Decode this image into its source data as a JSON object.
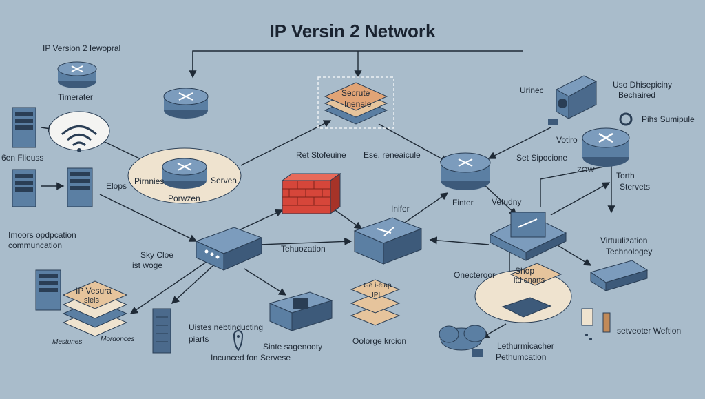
{
  "title": "IP Versin 2 Network",
  "labels": {
    "top_left": "IP Version 2 Iewopral",
    "timerater": "Timerater",
    "gen_fileuss": "6en Flieuss",
    "secrute": "Secrute",
    "inenale": "Inenale",
    "pirnnies": "Pirnnies",
    "servea": "Servea",
    "porwzen": "Porwzen",
    "elops": "Elops",
    "ret_stofeuine": "Ret Stofeuine",
    "ese_reneaicule": "Ese. reneaicule",
    "urinec": "Urinec",
    "uso_dhisepiciny": "Uso Dhisepiciny",
    "bechaired": "Bechaired",
    "pihs_sumipule": "Pihs Sumipule",
    "votiro": "Votiro",
    "set_sipocione": "Set Sipocione",
    "zow": "ZOW",
    "torth": "Torth",
    "stervets": "Stervets",
    "inifer": "Inifer",
    "finter": "Finter",
    "vetudny": "Vetudny",
    "imoors": "Imoors opdpcation",
    "communcation": "communcation",
    "sky_cloe": "Sky Cloe",
    "ist_woge": "ist woge",
    "tehuozation": "Tehuozation",
    "virtualization": "Virtuulization",
    "technology": "Technologey",
    "onecteroor": "Onecteroor",
    "shop": "Shop",
    "ltd_enarts": "ltd enarts",
    "ip_vesura": "IP Vesura",
    "sieis": "sieis",
    "mestunes": "Mestunes",
    "mordonces": "Mordonces",
    "uistes": "Uistes nebtinducting",
    "piarts": "piarts",
    "sinte": "Sinte sagenooty",
    "incunced": "Incunced fon Servese",
    "gelap": "Ge i-elap",
    "ipx": "IPI",
    "ooorge": "Oolorge krcion",
    "lethurm": "Lethurmicacher",
    "pethumcation": "Pethumcation",
    "setveoter": "setveoter Weftion"
  },
  "colors": {
    "background": "#a9bccb",
    "device_blue": "#5b7fa3",
    "device_dark": "#3d5a7a",
    "tan": "#e6c49c",
    "orange_layer": "#e1a476",
    "firewall_red": "#d6463a",
    "pale": "#efe3cf",
    "line": "#1f2a36"
  },
  "icons": [
    "router-icon",
    "server-icon",
    "wifi-icon",
    "firewall-icon",
    "switch-icon",
    "cloud-icon",
    "location-pin-icon",
    "camera-icon",
    "ring-icon"
  ]
}
